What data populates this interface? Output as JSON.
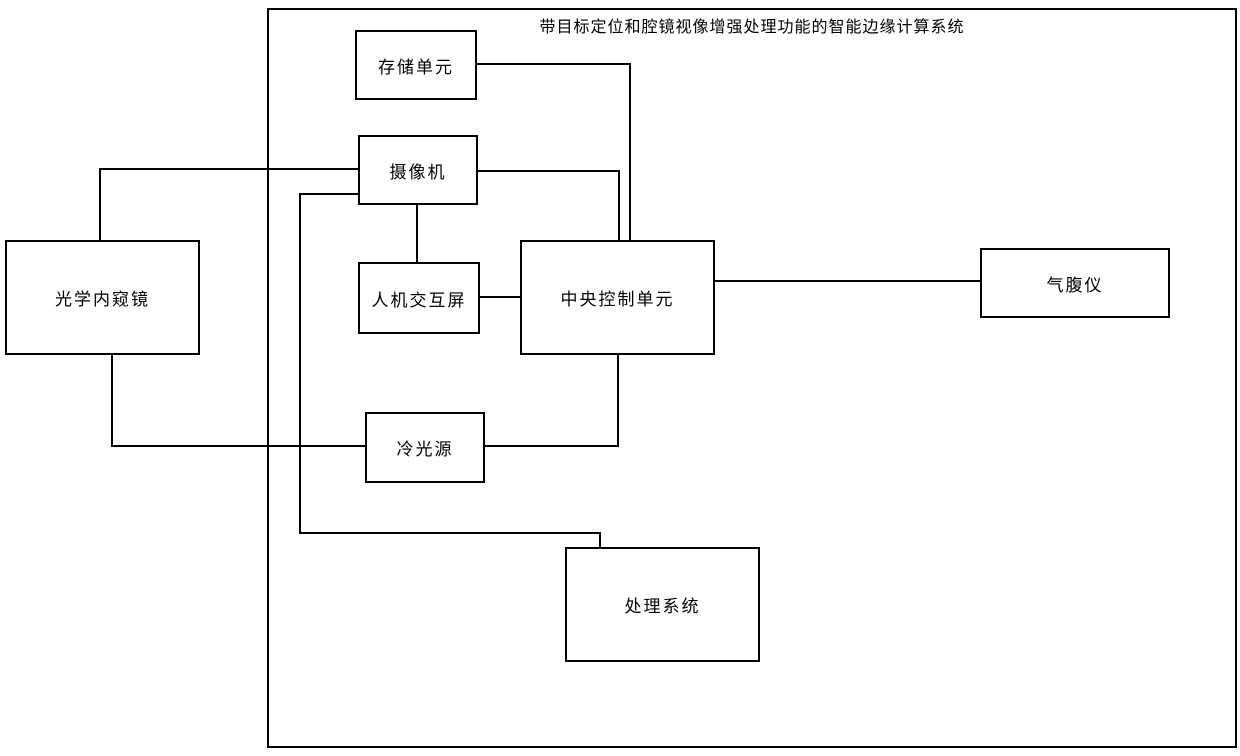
{
  "diagram": {
    "title": "带目标定位和腔镜视像增强处理功能的智能边缘计算系统",
    "nodes": {
      "storage_unit": {
        "label": "存储单元"
      },
      "camera": {
        "label": "摄像机"
      },
      "hmi_screen": {
        "label": "人机交互屏"
      },
      "central_control_unit": {
        "label": "中央控制单元"
      },
      "optical_endoscope": {
        "label": "光学内窥镜"
      },
      "insufflator": {
        "label": "气腹仪"
      },
      "cold_light_source": {
        "label": "冷光源"
      },
      "processing_system": {
        "label": "处理系统"
      }
    },
    "colors": {
      "line": "#000000",
      "background": "#ffffff"
    }
  }
}
